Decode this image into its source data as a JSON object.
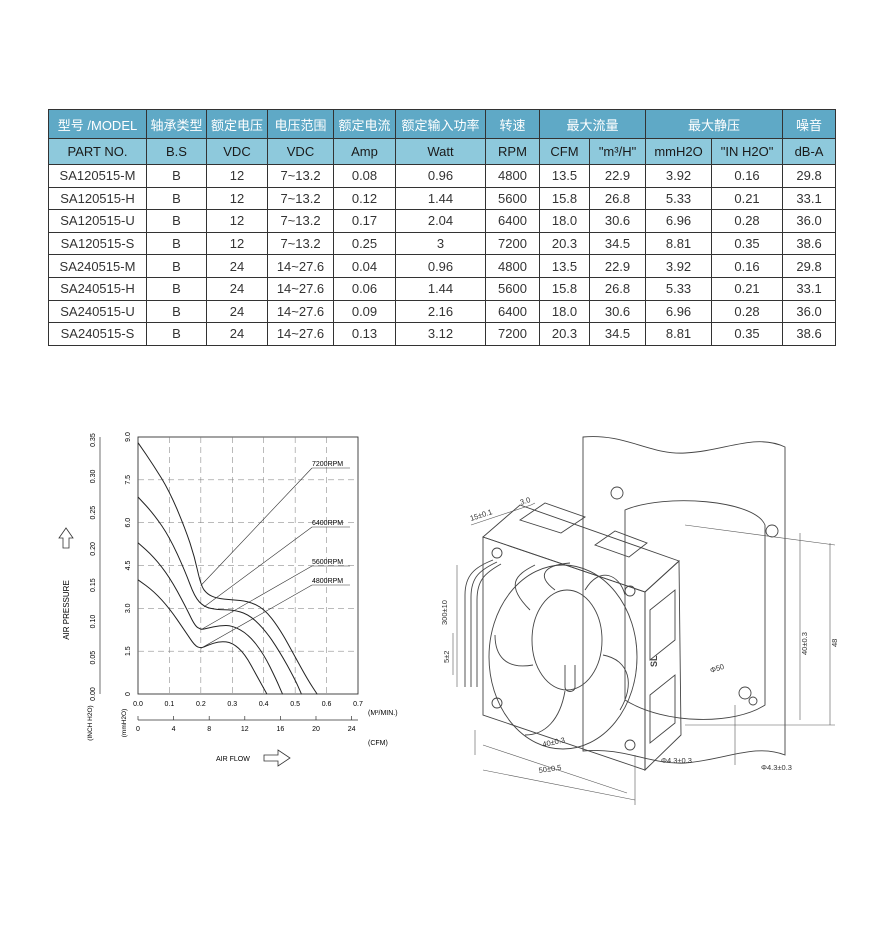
{
  "table": {
    "header_cn": [
      "型号 /MODEL",
      "轴承类型",
      "额定电压",
      "电压范围",
      "额定电流",
      "额定输入功率",
      "转速",
      "最大流量",
      "最大静压",
      "噪音"
    ],
    "header_en": [
      "PART NO.",
      "B.S",
      "VDC",
      "VDC",
      "Amp",
      "Watt",
      "RPM",
      "CFM",
      "\"m³/H\"",
      "mmH2O",
      "\"IN H2O\"",
      "dB-A"
    ],
    "rows": [
      [
        "SA120515-M",
        "B",
        "12",
        "7~13.2",
        "0.08",
        "0.96",
        "4800",
        "13.5",
        "22.9",
        "3.92",
        "0.16",
        "29.8"
      ],
      [
        "SA120515-H",
        "B",
        "12",
        "7~13.2",
        "0.12",
        "1.44",
        "5600",
        "15.8",
        "26.8",
        "5.33",
        "0.21",
        "33.1"
      ],
      [
        "SA120515-U",
        "B",
        "12",
        "7~13.2",
        "0.17",
        "2.04",
        "6400",
        "18.0",
        "30.6",
        "6.96",
        "0.28",
        "36.0"
      ],
      [
        "SA120515-S",
        "B",
        "12",
        "7~13.2",
        "0.25",
        "3",
        "7200",
        "20.3",
        "34.5",
        "8.81",
        "0.35",
        "38.6"
      ],
      [
        "SA240515-M",
        "B",
        "24",
        "14~27.6",
        "0.04",
        "0.96",
        "4800",
        "13.5",
        "22.9",
        "3.92",
        "0.16",
        "29.8"
      ],
      [
        "SA240515-H",
        "B",
        "24",
        "14~27.6",
        "0.06",
        "1.44",
        "5600",
        "15.8",
        "26.8",
        "5.33",
        "0.21",
        "33.1"
      ],
      [
        "SA240515-U",
        "B",
        "24",
        "14~27.6",
        "0.09",
        "2.16",
        "6400",
        "18.0",
        "30.6",
        "6.96",
        "0.28",
        "36.0"
      ],
      [
        "SA240515-S",
        "B",
        "24",
        "14~27.6",
        "0.13",
        "3.12",
        "7200",
        "20.3",
        "34.5",
        "8.81",
        "0.35",
        "38.6"
      ]
    ]
  },
  "chart_data": {
    "type": "line",
    "xlabel": "AIR FLOW",
    "ylabel": "AIR PRESSURE",
    "x_unit_primary": "(M³/MIN.)",
    "x_unit_secondary": "(CFM)",
    "y_unit_primary": "(mmH2O)",
    "y_unit_secondary": "(INCH H2O)",
    "xlim": [
      0,
      0.7
    ],
    "ylim": [
      0,
      9.0
    ],
    "x_ticks": [
      "0.0",
      "0.1",
      "0.2",
      "0.3",
      "0.4",
      "0.5",
      "0.6",
      "0.7"
    ],
    "x_ticks_cfm": [
      "0",
      "4",
      "8",
      "12",
      "16",
      "20",
      "24"
    ],
    "y_ticks": [
      "0",
      "1.5",
      "3.0",
      "4.5",
      "6.0",
      "7.5",
      "9.0"
    ],
    "y_ticks_inch": [
      "0.00",
      "0.05",
      "0.10",
      "0.15",
      "0.20",
      "0.25",
      "0.30",
      "0.35"
    ],
    "series": [
      {
        "name": "7200RPM",
        "x": [
          0,
          0.05,
          0.1,
          0.15,
          0.18,
          0.2,
          0.22,
          0.25,
          0.3,
          0.35,
          0.4,
          0.45,
          0.5,
          0.54,
          0.57
        ],
        "y": [
          8.8,
          8.0,
          7.1,
          5.8,
          4.8,
          3.8,
          3.5,
          3.35,
          3.3,
          3.25,
          3.0,
          2.3,
          1.3,
          0.5,
          0
        ]
      },
      {
        "name": "6400RPM",
        "x": [
          0,
          0.05,
          0.1,
          0.15,
          0.18,
          0.21,
          0.25,
          0.3,
          0.35,
          0.4,
          0.45,
          0.5,
          0.52
        ],
        "y": [
          6.9,
          6.3,
          5.5,
          4.3,
          3.4,
          3.05,
          2.95,
          2.95,
          2.8,
          2.3,
          1.5,
          0.5,
          0
        ]
      },
      {
        "name": "5600RPM",
        "x": [
          0,
          0.05,
          0.1,
          0.15,
          0.18,
          0.2,
          0.22,
          0.26,
          0.3,
          0.35,
          0.4,
          0.44,
          0.46
        ],
        "y": [
          5.3,
          4.8,
          4.1,
          3.1,
          2.4,
          2.25,
          2.3,
          2.4,
          2.4,
          2.1,
          1.4,
          0.5,
          0
        ]
      },
      {
        "name": "4800RPM",
        "x": [
          0,
          0.05,
          0.1,
          0.15,
          0.18,
          0.2,
          0.22,
          0.26,
          0.3,
          0.34,
          0.38,
          0.41
        ],
        "y": [
          4.0,
          3.6,
          3.0,
          2.2,
          1.7,
          1.6,
          1.7,
          1.85,
          1.8,
          1.4,
          0.6,
          0
        ]
      }
    ]
  },
  "drawing": {
    "dims": {
      "d15": "15±0.1",
      "d3": "3.0",
      "d300": "300±10",
      "d5": "5±2",
      "d40a": "40±0.3",
      "d50": "50±0.5",
      "hole_a": "Φ4.3±0.3",
      "hole_b": "Φ4.3±0.3",
      "d40b": "40±0.3",
      "d48": "48",
      "d50c": "Φ50"
    }
  }
}
